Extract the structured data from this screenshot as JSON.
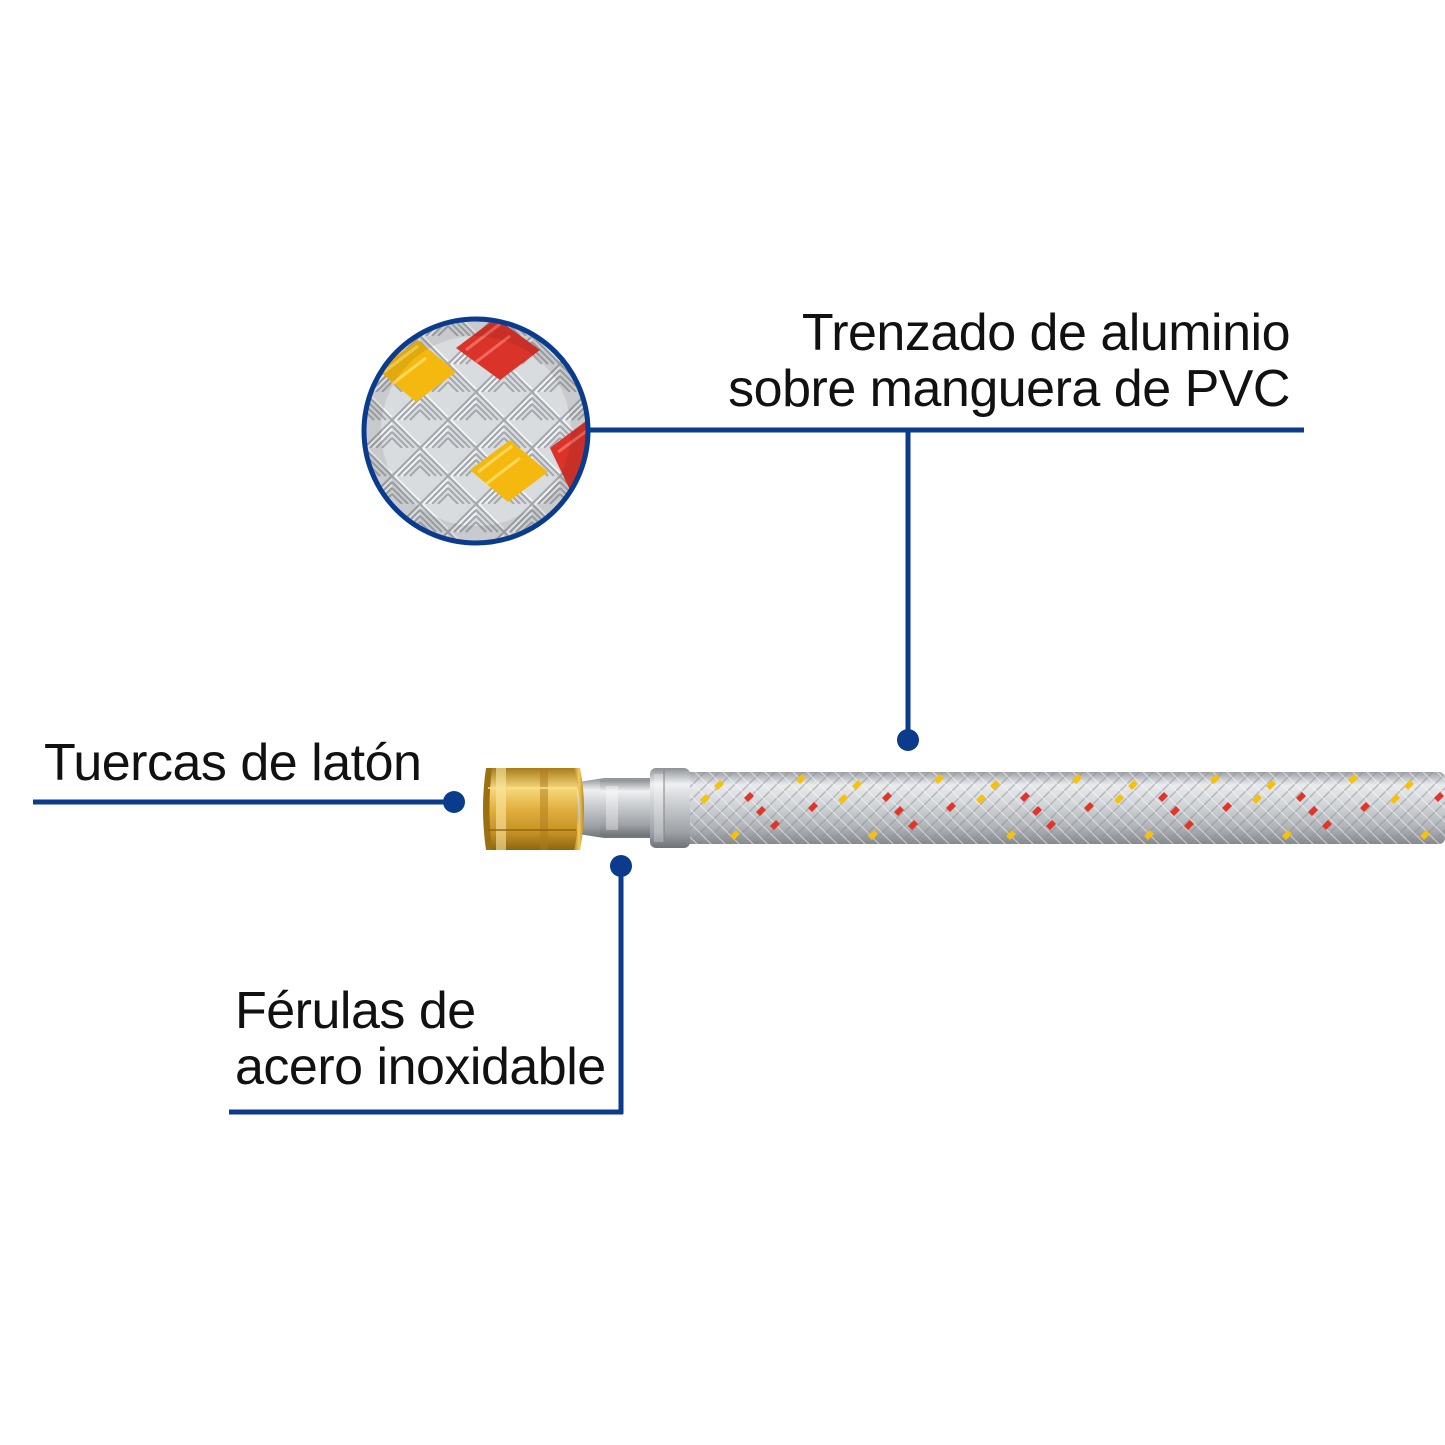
{
  "colors": {
    "callout_line": "#0b3b8c",
    "text": "#111111",
    "brass": "#e8b84a",
    "steel": "#c9ccd0",
    "braid_red": "#e2352a",
    "braid_yellow": "#f4c10f"
  },
  "callouts": {
    "braid": {
      "line1": "Trenzado de aluminio",
      "line2": "sobre manguera de PVC",
      "icon": "braid-detail-zoom"
    },
    "nuts": {
      "text": "Tuercas de latón"
    },
    "ferrules": {
      "line1": "Férulas de",
      "line2": "acero inoxidable"
    }
  }
}
